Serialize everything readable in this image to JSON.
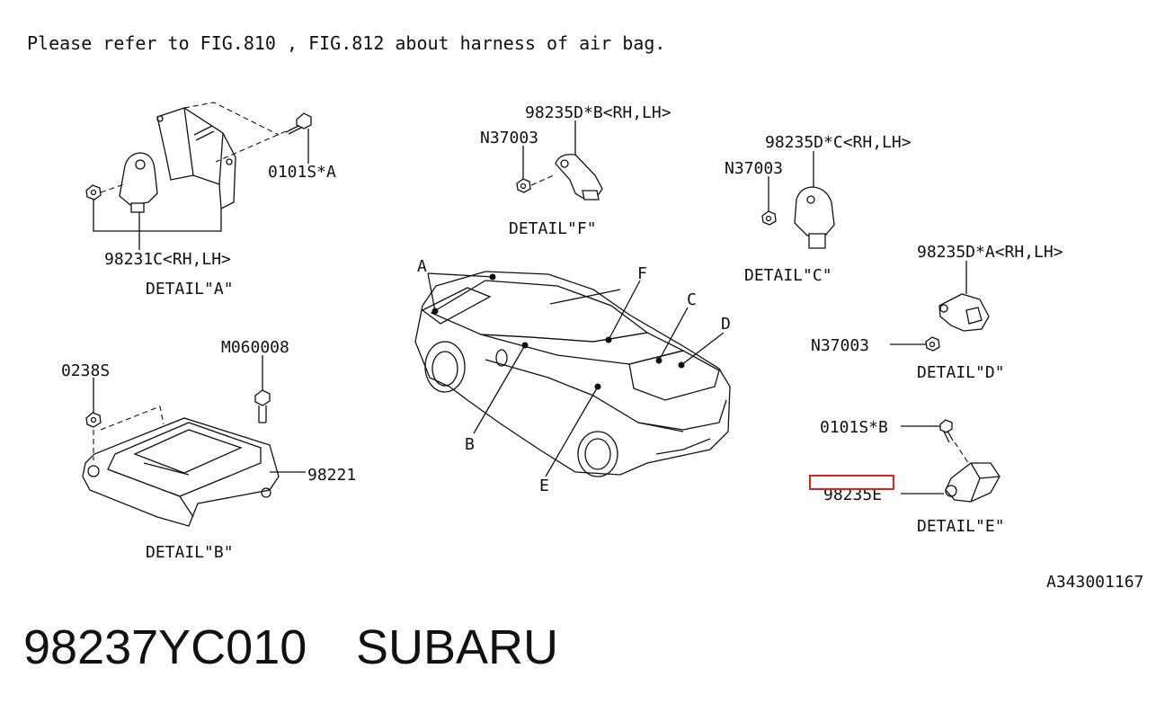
{
  "note": "Please refer to FIG.810 , FIG.812 about harness of air bag.",
  "figure_code": "A343001167",
  "footer": {
    "part_number": "98237YC010",
    "brand": "SUBARU"
  },
  "details": {
    "a": {
      "title": "DETAIL\"A\"",
      "part": "98231C<RH,LH>",
      "bolt": "0101S*A"
    },
    "b": {
      "title": "DETAIL\"B\"",
      "nut": "0238S",
      "bolt": "M060008",
      "unit": "98221"
    },
    "c": {
      "title": "DETAIL\"C\"",
      "part": "98235D*C<RH,LH>",
      "nut": "N37003"
    },
    "d": {
      "title": "DETAIL\"D\"",
      "part": "98235D*A<RH,LH>",
      "nut": "N37003"
    },
    "e": {
      "title": "DETAIL\"E\"",
      "bolt": "0101S*B",
      "part": "98235E"
    },
    "f": {
      "title": "DETAIL\"F\"",
      "part": "98235D*B<RH,LH>",
      "nut": "N37003"
    }
  },
  "car_callouts": {
    "a": "A",
    "b": "B",
    "c": "C",
    "d": "D",
    "e": "E",
    "f": "F"
  },
  "highlight_color": "#e02020"
}
